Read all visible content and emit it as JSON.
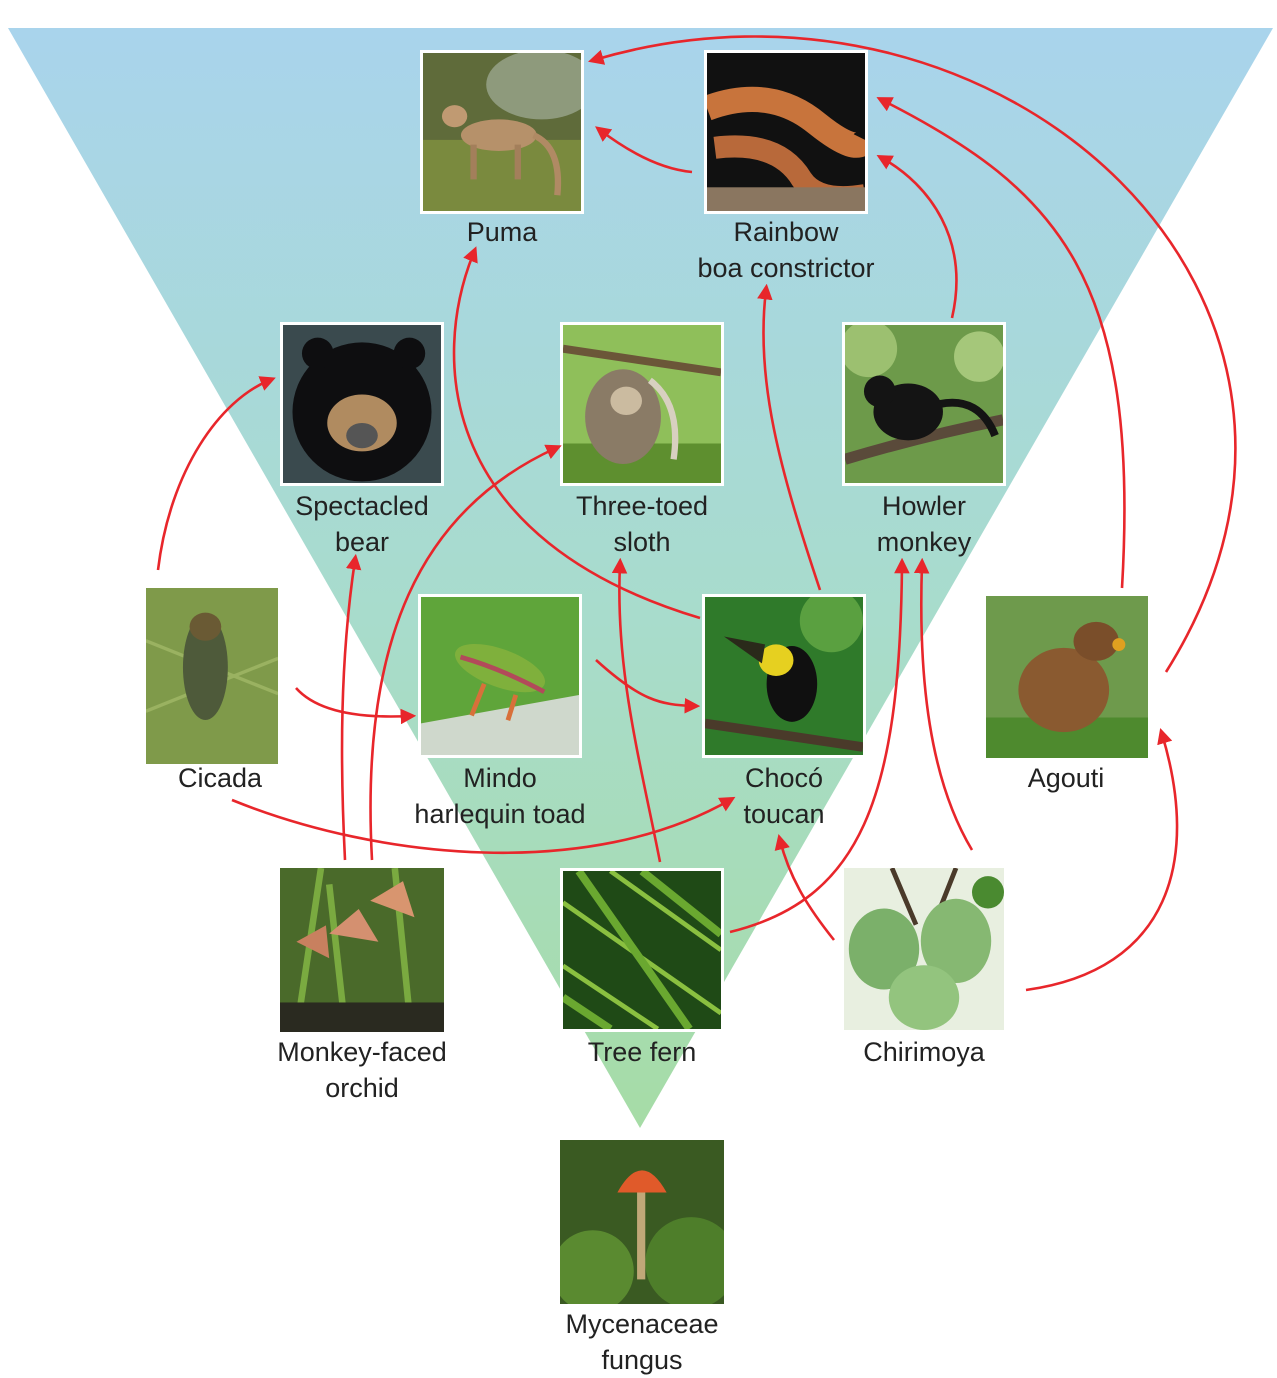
{
  "organisms": {
    "puma": {
      "lines": [
        "Puma"
      ],
      "icon": "puma-photo"
    },
    "boa": {
      "lines": [
        "Rainbow",
        "boa constrictor"
      ],
      "icon": "snake-photo"
    },
    "bear": {
      "lines": [
        "Spectacled",
        "bear"
      ],
      "icon": "bear-photo"
    },
    "sloth": {
      "lines": [
        "Three-toed",
        "sloth"
      ],
      "icon": "sloth-photo"
    },
    "howler": {
      "lines": [
        "Howler",
        "monkey"
      ],
      "icon": "monkey-photo"
    },
    "cicada": {
      "lines": [
        "Cicada"
      ],
      "icon": "cicada-photo"
    },
    "toad": {
      "lines": [
        "Mindo",
        "harlequin toad"
      ],
      "icon": "frog-photo"
    },
    "toucan": {
      "lines": [
        "Chocó",
        "toucan"
      ],
      "icon": "toucan-photo"
    },
    "agouti": {
      "lines": [
        "Agouti"
      ],
      "icon": "agouti-photo"
    },
    "orchid": {
      "lines": [
        "Monkey-faced",
        "orchid"
      ],
      "icon": "orchid-photo"
    },
    "fern": {
      "lines": [
        "Tree fern"
      ],
      "icon": "fern-photo"
    },
    "chirimoya": {
      "lines": [
        "Chirimoya"
      ],
      "icon": "fruit-photo"
    },
    "fungus": {
      "lines": [
        "Mycenaceae",
        "fungus"
      ],
      "icon": "mushroom-photo"
    }
  },
  "links": [
    {
      "from": "boa",
      "to": "puma"
    },
    {
      "from": "agouti",
      "to": "puma"
    },
    {
      "from": "toucan",
      "to": "puma"
    },
    {
      "from": "howler",
      "to": "boa"
    },
    {
      "from": "agouti",
      "to": "boa"
    },
    {
      "from": "toucan",
      "to": "boa"
    },
    {
      "from": "cicada",
      "to": "bear"
    },
    {
      "from": "orchid",
      "to": "bear"
    },
    {
      "from": "orchid",
      "to": "sloth"
    },
    {
      "from": "fern",
      "to": "sloth"
    },
    {
      "from": "fern",
      "to": "howler"
    },
    {
      "from": "chirimoya",
      "to": "howler"
    },
    {
      "from": "cicada",
      "to": "toad"
    },
    {
      "from": "toad",
      "to": "toucan"
    },
    {
      "from": "cicada",
      "to": "toucan"
    },
    {
      "from": "chirimoya",
      "to": "toucan"
    },
    {
      "from": "chirimoya",
      "to": "agouti"
    }
  ],
  "colors": {
    "arrow": "#e8262b",
    "pyramid_top": "#a9d4ec",
    "pyramid_bottom": "#a6dca6",
    "label_text": "#222222"
  }
}
